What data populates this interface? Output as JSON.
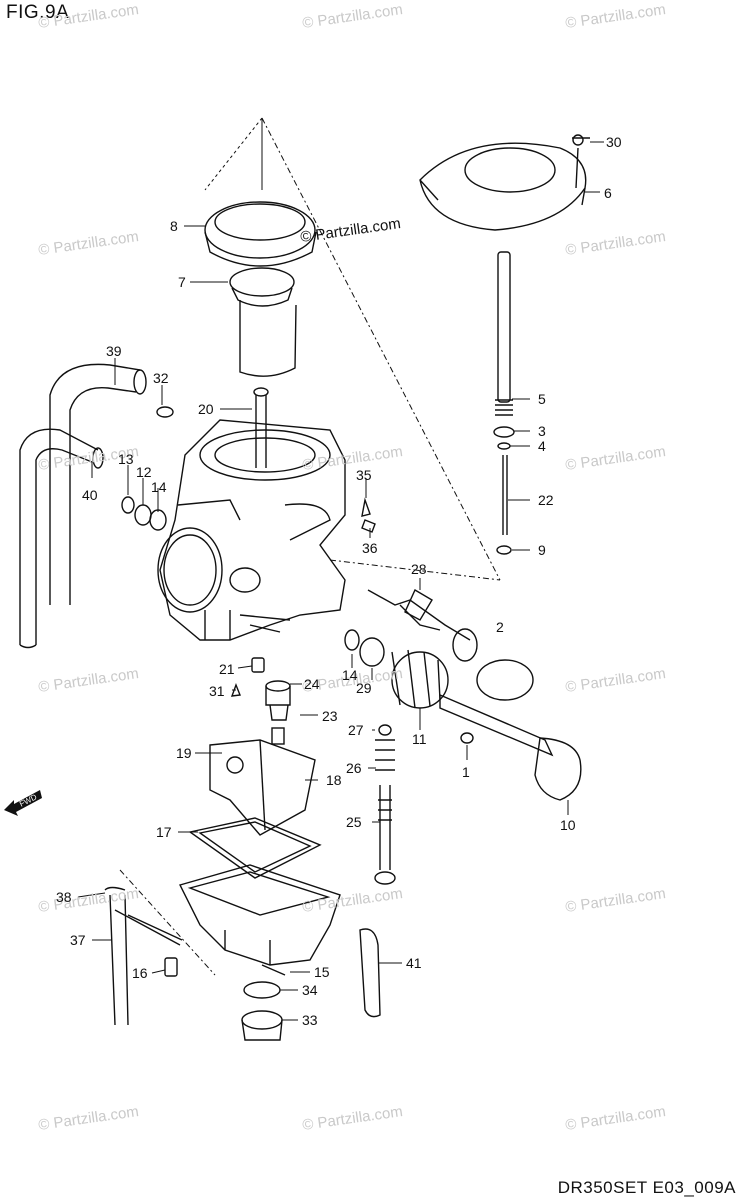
{
  "figure_title": "FIG.9A",
  "diagram_code": "DR350SET E03_009A",
  "watermark_text": "© Partzilla.com",
  "copyright_text": "© Partzilla.com",
  "direction_marker": "FWD",
  "callouts": [
    "30",
    "6",
    "8",
    "7",
    "5",
    "3",
    "4",
    "22",
    "9",
    "39",
    "32",
    "20",
    "13",
    "12",
    "14",
    "40",
    "35",
    "36",
    "28",
    "2",
    "21",
    "31",
    "24",
    "14",
    "29",
    "11",
    "23",
    "27",
    "1",
    "19",
    "26",
    "18",
    "10",
    "25",
    "17",
    "38",
    "37",
    "16",
    "15",
    "41",
    "34",
    "33"
  ]
}
